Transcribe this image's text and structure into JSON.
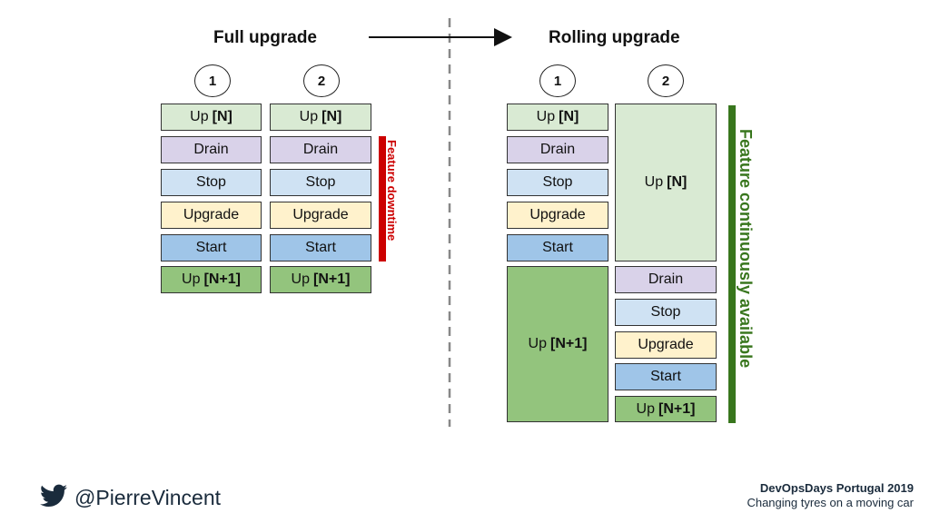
{
  "left": {
    "title": "Full upgrade",
    "columns": [
      {
        "number": "1",
        "steps": [
          {
            "text": "Up",
            "tag": "[N]"
          },
          {
            "text": "Drain",
            "tag": ""
          },
          {
            "text": "Stop",
            "tag": ""
          },
          {
            "text": "Upgrade",
            "tag": ""
          },
          {
            "text": "Start",
            "tag": ""
          },
          {
            "text": "Up",
            "tag": "[N+1]"
          }
        ]
      },
      {
        "number": "2",
        "steps": [
          {
            "text": "Up",
            "tag": "[N]"
          },
          {
            "text": "Drain",
            "tag": ""
          },
          {
            "text": "Stop",
            "tag": ""
          },
          {
            "text": "Upgrade",
            "tag": ""
          },
          {
            "text": "Start",
            "tag": ""
          },
          {
            "text": "Up",
            "tag": "[N+1]"
          }
        ]
      }
    ],
    "bar_label": "Feature downtime",
    "bar_color": "#cc0000"
  },
  "right": {
    "title": "Rolling upgrade",
    "columns": [
      {
        "number": "1",
        "steps": [
          {
            "text": "Up",
            "tag": "[N]"
          },
          {
            "text": "Drain",
            "tag": ""
          },
          {
            "text": "Stop",
            "tag": ""
          },
          {
            "text": "Upgrade",
            "tag": ""
          },
          {
            "text": "Start",
            "tag": ""
          },
          {
            "text": "Up",
            "tag": "[N+1]"
          }
        ]
      },
      {
        "number": "2",
        "steps": [
          {
            "text": "Up",
            "tag": "[N]"
          },
          {
            "text": "Drain",
            "tag": ""
          },
          {
            "text": "Stop",
            "tag": ""
          },
          {
            "text": "Upgrade",
            "tag": ""
          },
          {
            "text": "Start",
            "tag": ""
          },
          {
            "text": "Up",
            "tag": "[N+1]"
          }
        ]
      }
    ],
    "bar_label": "Feature continuously available",
    "bar_color": "#38761d"
  },
  "footer": {
    "handle": "@PierreVincent",
    "event": "DevOpsDays Portugal 2019",
    "talk": "Changing tyres on a moving car",
    "icon": "twitter-bird-icon"
  }
}
